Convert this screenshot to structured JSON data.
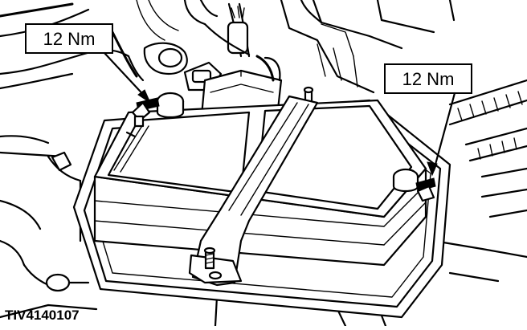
{
  "figure": {
    "callouts": [
      {
        "id": "left-terminal-torque",
        "text": "12 Nm"
      },
      {
        "id": "right-terminal-torque",
        "text": "12 Nm"
      }
    ],
    "figure_code": "TIV4140107"
  },
  "colors": {
    "ink": "#000000",
    "paper": "#ffffff"
  }
}
